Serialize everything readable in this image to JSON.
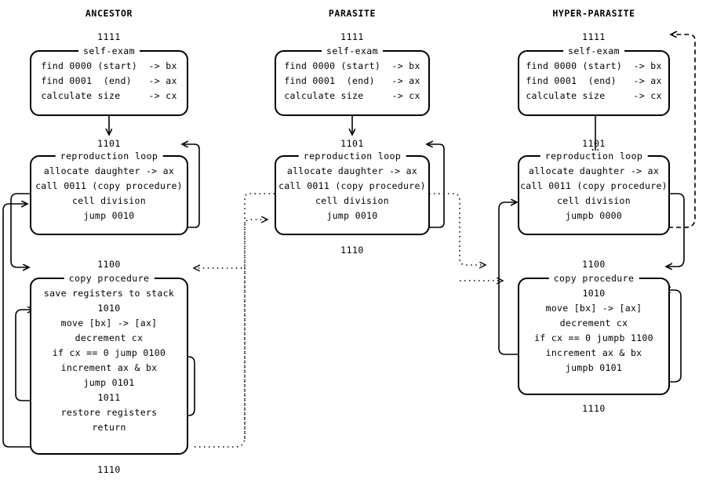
{
  "diagram": {
    "title_row": [
      "ANCESTOR",
      "PARASITE",
      "HYPER-PARASITE"
    ],
    "columns": [
      {
        "name": "ancestor",
        "title": "ANCESTOR",
        "blocks": [
          {
            "id": "ancestor-self-exam",
            "addr_above": "1111",
            "legend": "self-exam",
            "addr_below": "",
            "lines": [
              "find 0000 (start)  -> bx",
              "find 0001  (end)   -> ax",
              "calculate size     -> cx"
            ]
          },
          {
            "id": "ancestor-reproduction-loop",
            "addr_above": "1101",
            "legend": "reproduction loop",
            "addr_below": "",
            "lines": [
              "allocate daughter -> ax",
              "call 0011 (copy procedure)",
              "cell division",
              "jump 0010"
            ]
          },
          {
            "id": "ancestor-copy-procedure",
            "addr_above": "1100",
            "legend": "copy procedure",
            "addr_below": "1110",
            "lines": [
              "save registers to stack",
              "1010",
              "move [bx] -> [ax]",
              "decrement cx",
              "if cx == 0 jump 0100",
              "increment ax & bx",
              "jump 0101",
              "1011",
              "restore registers",
              "return"
            ]
          }
        ]
      },
      {
        "name": "parasite",
        "title": "PARASITE",
        "blocks": [
          {
            "id": "parasite-self-exam",
            "addr_above": "1111",
            "legend": "self-exam",
            "addr_below": "",
            "lines": [
              "find 0000 (start)  -> bx",
              "find 0001  (end)   -> ax",
              "calculate size     -> cx"
            ]
          },
          {
            "id": "parasite-reproduction-loop",
            "addr_above": "1101",
            "legend": "reproduction loop",
            "addr_below": "1110",
            "lines": [
              "allocate daughter -> ax",
              "call 0011 (copy procedure)",
              "cell division",
              "jump 0010"
            ]
          }
        ]
      },
      {
        "name": "hyper-parasite",
        "title": "HYPER-PARASITE",
        "blocks": [
          {
            "id": "hyper-self-exam",
            "addr_above": "1111",
            "legend": "self-exam",
            "addr_below": "",
            "lines": [
              "find 0000 (start)  -> bx",
              "find 0001  (end)   -> ax",
              "calculate size     -> cx"
            ]
          },
          {
            "id": "hyper-reproduction-loop",
            "addr_above": "1101",
            "legend": "reproduction loop",
            "addr_below": "1100",
            "lines": [
              "allocate daughter -> ax",
              "call 0011 (copy procedure)",
              "cell division",
              "jumpb 0000"
            ]
          },
          {
            "id": "hyper-copy-procedure",
            "addr_above": "",
            "legend": "copy procedure",
            "addr_below": "1110",
            "lines": [
              "1010",
              "move [bx] -> [ax]",
              "decrement cx",
              "if cx == 0 jumpb 1100",
              "increment ax & bx",
              "jumpb 0101"
            ]
          }
        ]
      }
    ],
    "colors": {
      "ink": "#000000",
      "paper": "#ffffff"
    }
  }
}
